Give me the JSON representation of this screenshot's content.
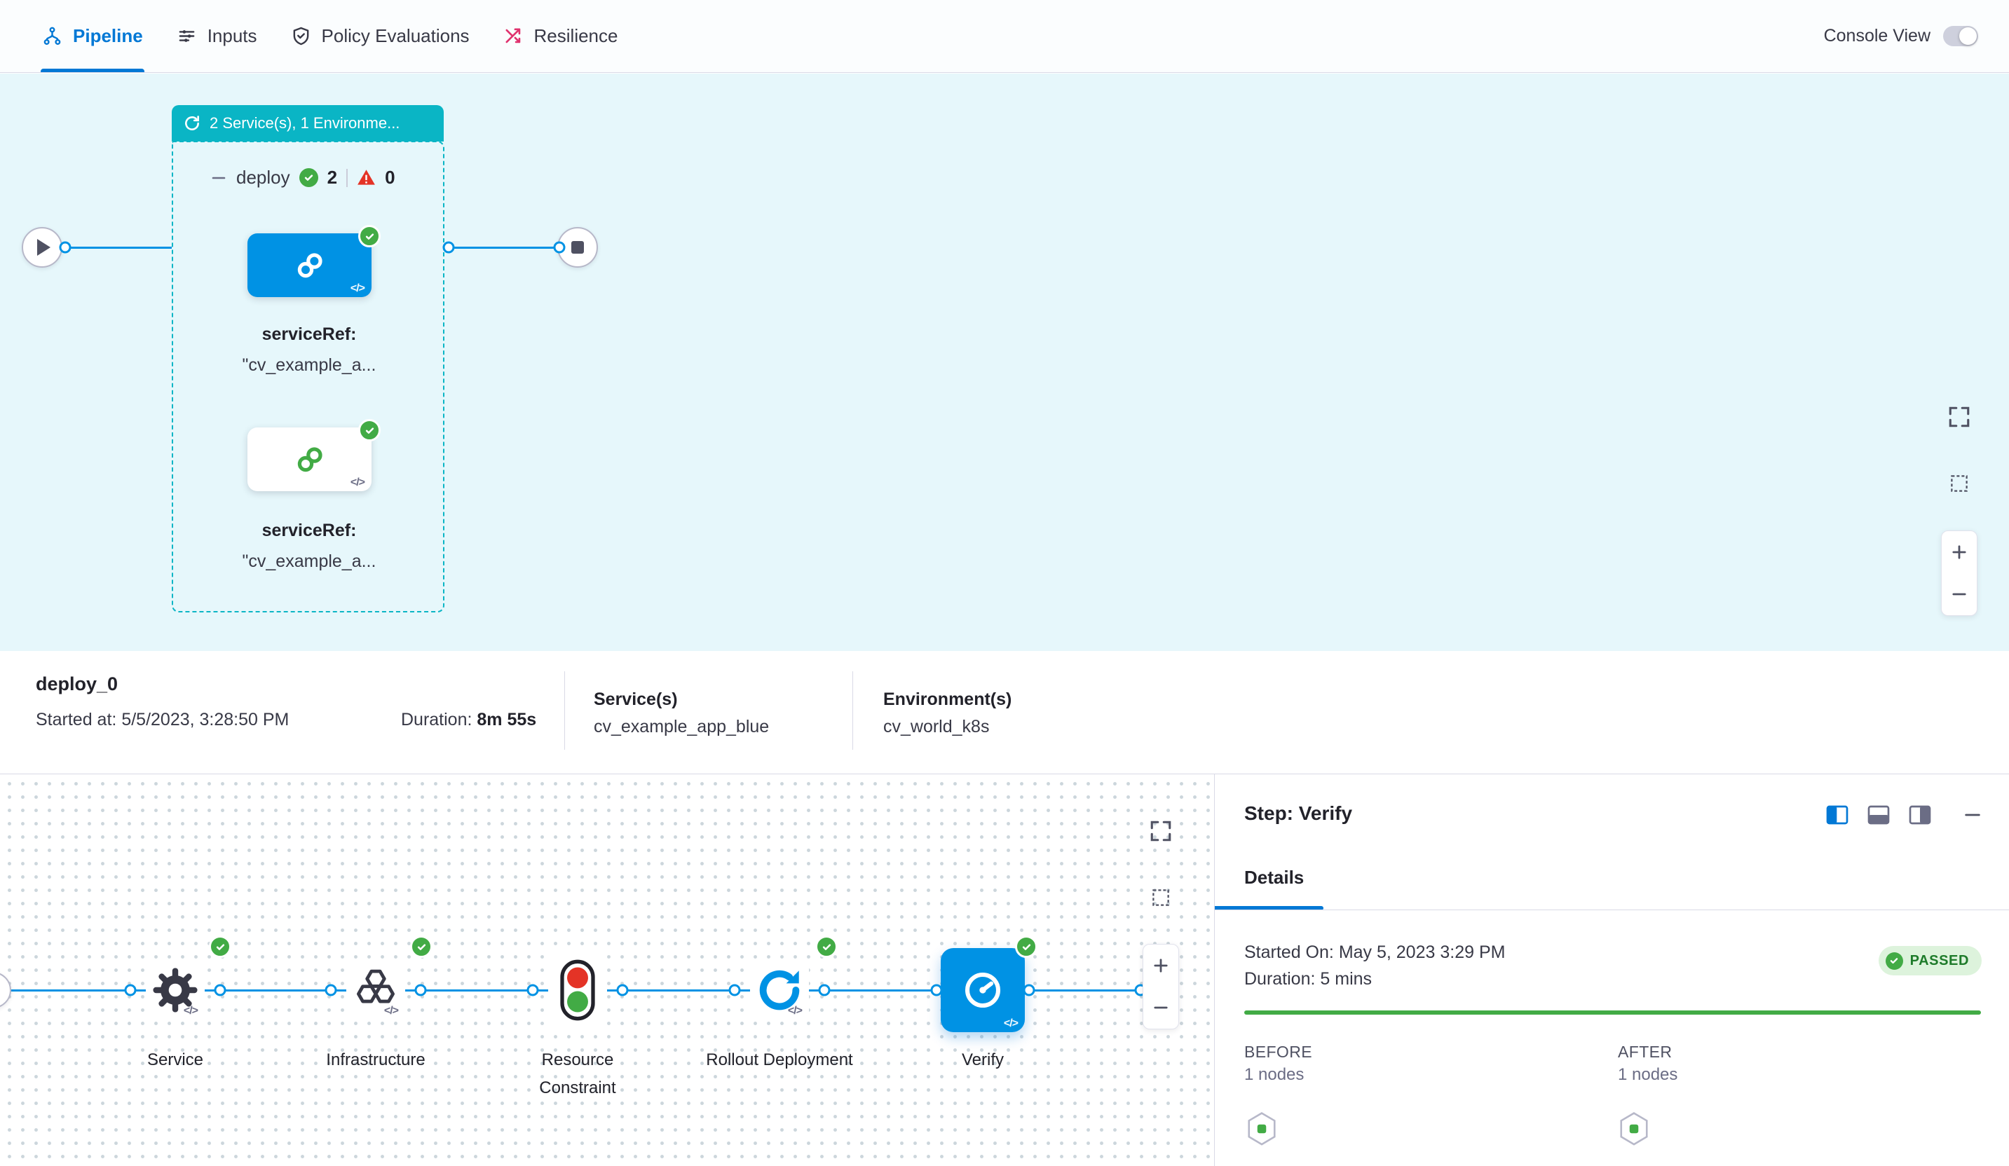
{
  "colors": {
    "accent_blue": "#0278d5",
    "graph_blue": "#0092e4",
    "teal": "#0ab5c5",
    "success_green": "#42ab45",
    "error_red": "#e43326",
    "canvas_bg": "#e6f7fb",
    "border": "#d9dae6",
    "passed_bg": "#ddf3dc",
    "passed_text": "#1e7b2a"
  },
  "icons": {
    "code": "</>"
  },
  "topbar": {
    "tabs": [
      {
        "label": "Pipeline",
        "active": true
      },
      {
        "label": "Inputs",
        "active": false
      },
      {
        "label": "Policy Evaluations",
        "active": false
      },
      {
        "label": "Resilience",
        "active": false
      }
    ],
    "console_view": {
      "label": "Console View",
      "on": true
    }
  },
  "stage_canvas": {
    "stage_badge": "2 Service(s), 1 Environme...",
    "stage": {
      "name": "deploy",
      "success_count": "2",
      "error_count": "0"
    },
    "services": [
      {
        "title": "serviceRef:",
        "value": "\"cv_example_a..."
      },
      {
        "title": "serviceRef:",
        "value": "\"cv_example_a..."
      }
    ]
  },
  "execution_bar": {
    "stage_name": "deploy_0",
    "started_label": "Started at:",
    "started_value": "5/5/2023, 3:28:50 PM",
    "duration_label": "Duration:",
    "duration_value": "8m 55s",
    "services_label": "Service(s)",
    "services_value": "cv_example_app_blue",
    "environments_label": "Environment(s)",
    "environments_value": "cv_world_k8s"
  },
  "execution_graph": {
    "steps": [
      {
        "name": "Service"
      },
      {
        "name": "Infrastructure"
      },
      {
        "name": "Resource Constraint"
      },
      {
        "name": "Rollout Deployment"
      },
      {
        "name": "Verify"
      }
    ]
  },
  "step_panel": {
    "title": "Step: Verify",
    "tab": "Details",
    "started_label": "Started On:",
    "started_value": "May 5, 2023 3:29 PM",
    "duration_label": "Duration:",
    "duration_value": "5 mins",
    "status": "PASSED",
    "before_label": "BEFORE",
    "before_value": "1 nodes",
    "after_label": "AFTER",
    "after_value": "1 nodes"
  }
}
